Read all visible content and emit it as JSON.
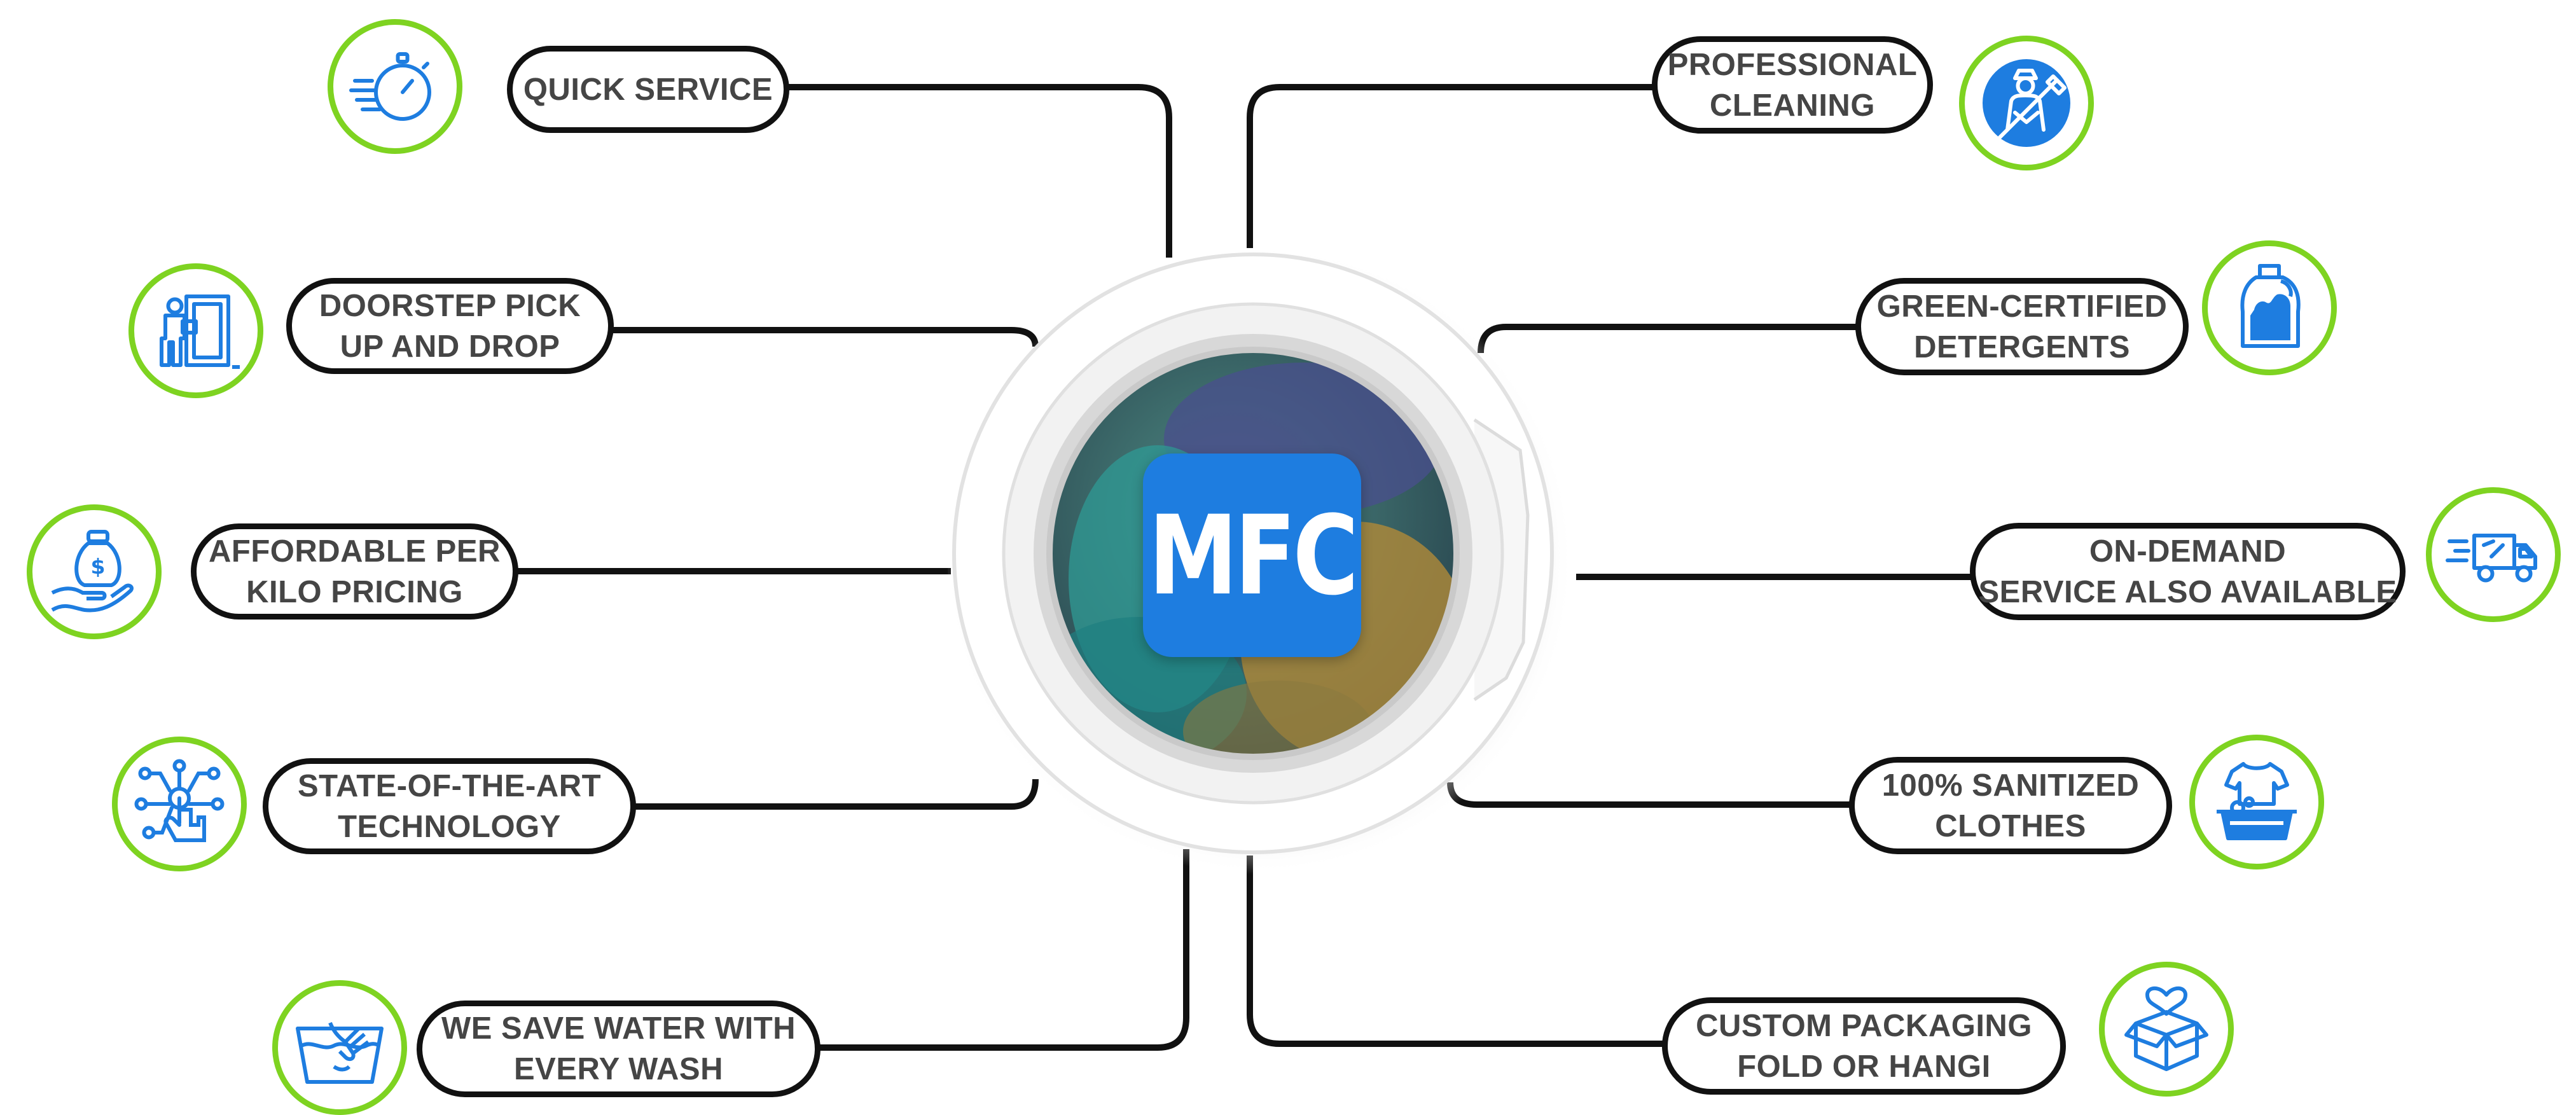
{
  "brand": {
    "logo_text": "MFC",
    "logo_color": "#1e7de0"
  },
  "colors": {
    "icon_ring": "#7ed321",
    "icon_stroke": "#1e7de0",
    "connector": "#111111",
    "label_text": "#454545"
  },
  "features_left": [
    {
      "line1": "QUICK SERVICE",
      "line2": "",
      "icon": "stopwatch-icon"
    },
    {
      "line1": "DOORSTEP PICK",
      "line2": "UP AND DROP",
      "icon": "delivery-person-icon"
    },
    {
      "line1": "AFFORDABLE PER",
      "line2": "KILO PRICING",
      "icon": "money-bag-hand-icon"
    },
    {
      "line1": "STATE-OF-THE-ART",
      "line2": "TECHNOLOGY",
      "icon": "touch-technology-icon"
    },
    {
      "line1": "WE SAVE WATER WITH",
      "line2": "EVERY WASH",
      "icon": "hand-wash-icon"
    }
  ],
  "features_right": [
    {
      "line1": "PROFESSIONAL",
      "line2": "CLEANING",
      "icon": "cleaning-worker-icon"
    },
    {
      "line1": "GREEN-CERTIFIED",
      "line2": "DETERGENTS",
      "icon": "detergent-bottle-icon"
    },
    {
      "line1": "ON-DEMAND",
      "line2": "SERVICE ALSO AVAILABLE",
      "icon": "delivery-truck-icon"
    },
    {
      "line1": "100% SANITIZED",
      "line2": "CLOTHES",
      "icon": "laundry-basket-icon"
    },
    {
      "line1": "CUSTOM PACKAGING",
      "line2": "FOLD OR HANGI",
      "icon": "gift-box-heart-icon"
    }
  ]
}
